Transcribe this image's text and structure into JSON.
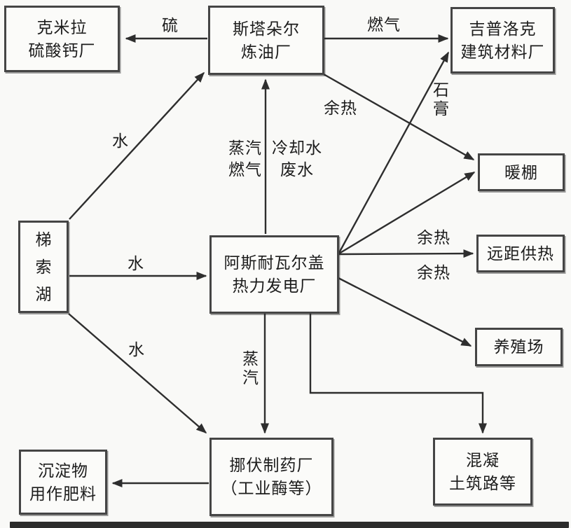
{
  "figure": {
    "type": "flow-diagram",
    "topic": "industrial symbiosis material and energy exchange network",
    "background_color": "#f9f9f7",
    "line_color": "#2e2e2e",
    "box_border_color": "#454545",
    "text_color": "#1c1c1c"
  },
  "nodes": {
    "kemira": "克米拉\n硫酸钙厂",
    "refinery": "斯塔朵尔\n炼油厂",
    "gyproc": "吉普洛克\n建筑材料厂",
    "greenhouse": "暖棚",
    "lake": "梯索湖",
    "power_plant": "阿斯耐瓦尔盖\n热力发电厂",
    "district_heating": "远距供热",
    "farm": "养殖场",
    "novo": "挪伏制药厂\n（工业酶等）",
    "concrete": "混凝\n土筑路等",
    "sediment": "沉淀物\n用作肥料"
  },
  "labels": {
    "sulfur": "硫",
    "gas": "燃气",
    "waste_heat_refinery": "余热",
    "gypsum": "石膏",
    "water_1": "水",
    "water_2": "水",
    "water_3": "水",
    "steam_gas": "蒸汽\n燃气",
    "cooling_waste_water": "冷却水\n废水",
    "waste_heat_upper": "余热",
    "waste_heat_lower": "余热",
    "steam": "蒸汽"
  },
  "edges": [
    {
      "from": "斯塔朵尔炼油厂",
      "to": "克米拉硫酸钙厂",
      "label": "硫"
    },
    {
      "from": "斯塔朵尔炼油厂",
      "to": "吉普洛克建筑材料厂",
      "label": "燃气"
    },
    {
      "from": "斯塔朵尔炼油厂",
      "to": "暖棚",
      "label": "余热"
    },
    {
      "from": "梯索湖",
      "to": "斯塔朵尔炼油厂",
      "label": "水"
    },
    {
      "from": "梯索湖",
      "to": "阿斯耐瓦尔盖热力发电厂",
      "label": "水"
    },
    {
      "from": "梯索湖",
      "to": "挪伏制药厂（工业酶等）",
      "label": "水"
    },
    {
      "from": "阿斯耐瓦尔盖热力发电厂",
      "to": "斯塔朵尔炼油厂",
      "label": "蒸汽燃气 | 冷却水废水"
    },
    {
      "from": "阿斯耐瓦尔盖热力发电厂",
      "to": "吉普洛克建筑材料厂",
      "label": "石膏"
    },
    {
      "from": "阿斯耐瓦尔盖热力发电厂",
      "to": "暖棚",
      "label": ""
    },
    {
      "from": "阿斯耐瓦尔盖热力发电厂",
      "to": "远距供热",
      "label": "余热"
    },
    {
      "from": "阿斯耐瓦尔盖热力发电厂",
      "to": "养殖场",
      "label": "余热"
    },
    {
      "from": "阿斯耐瓦尔盖热力发电厂",
      "to": "挪伏制药厂（工业酶等）",
      "label": "蒸汽"
    },
    {
      "from": "阿斯耐瓦尔盖热力发电厂",
      "to": "混凝土筑路等",
      "label": ""
    },
    {
      "from": "挪伏制药厂（工业酶等）",
      "to": "沉淀物用作肥料",
      "label": ""
    }
  ]
}
